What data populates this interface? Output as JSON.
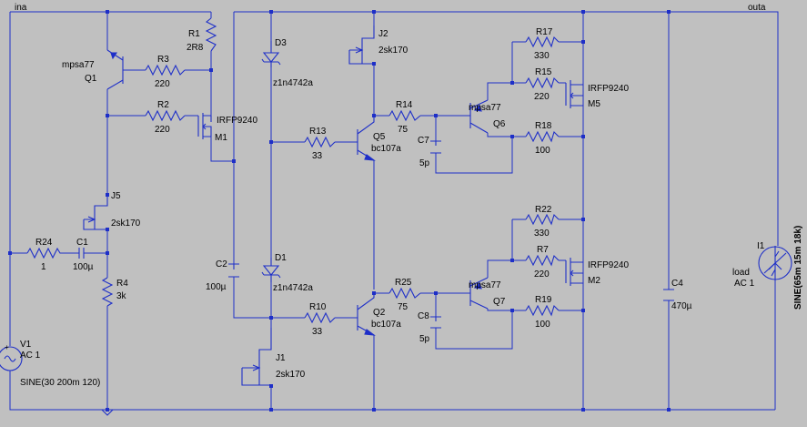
{
  "nets": {
    "input": "ina",
    "output": "outa"
  },
  "components": {
    "V1": {
      "ref": "V1",
      "value": "AC 1",
      "source": "SINE(30 200m 120)"
    },
    "I1": {
      "ref": "I1",
      "name": "load",
      "value": "AC 1",
      "source": "SINE(65m 15m 18k)"
    },
    "Q1": {
      "ref": "Q1",
      "model": "mpsa77"
    },
    "Q2": {
      "ref": "Q2",
      "model": "bc107a"
    },
    "Q5": {
      "ref": "Q5",
      "model": "bc107a"
    },
    "Q6": {
      "ref": "Q6",
      "model": "mpsa77"
    },
    "Q7": {
      "ref": "Q7",
      "model": "mpsa77"
    },
    "M1": {
      "ref": "M1",
      "model": "IRFP9240"
    },
    "M2": {
      "ref": "M2",
      "model": "IRFP9240"
    },
    "M5": {
      "ref": "M5",
      "model": "IRFP9240"
    },
    "J1": {
      "ref": "J1",
      "model": "2sk170"
    },
    "J2": {
      "ref": "J2",
      "model": "2sk170"
    },
    "J5": {
      "ref": "J5",
      "model": "2sk170"
    },
    "D1": {
      "ref": "D1",
      "model": "z1n4742a"
    },
    "D3": {
      "ref": "D3",
      "model": "z1n4742a"
    },
    "R1": {
      "ref": "R1",
      "value": "2R8"
    },
    "R2": {
      "ref": "R2",
      "value": "220"
    },
    "R3": {
      "ref": "R3",
      "value": "220"
    },
    "R4": {
      "ref": "R4",
      "value": "3k"
    },
    "R7": {
      "ref": "R7",
      "value": "220"
    },
    "R10": {
      "ref": "R10",
      "value": "33"
    },
    "R13": {
      "ref": "R13",
      "value": "33"
    },
    "R14": {
      "ref": "R14",
      "value": "75"
    },
    "R15": {
      "ref": "R15",
      "value": "220"
    },
    "R17": {
      "ref": "R17",
      "value": "330"
    },
    "R18": {
      "ref": "R18",
      "value": "100"
    },
    "R19": {
      "ref": "R19",
      "value": "100"
    },
    "R22": {
      "ref": "R22",
      "value": "330"
    },
    "R24": {
      "ref": "R24",
      "value": "1"
    },
    "R25": {
      "ref": "R25",
      "value": "75"
    },
    "C1": {
      "ref": "C1",
      "value": "100µ"
    },
    "C2": {
      "ref": "C2",
      "value": "100µ"
    },
    "C4": {
      "ref": "C4",
      "value": "470µ"
    },
    "C7": {
      "ref": "C7",
      "value": "5p"
    },
    "C8": {
      "ref": "C8",
      "value": "5p"
    }
  },
  "colors": {
    "background": "#c0c0c0",
    "wire": "#1e2fc8",
    "text": "#000000"
  }
}
